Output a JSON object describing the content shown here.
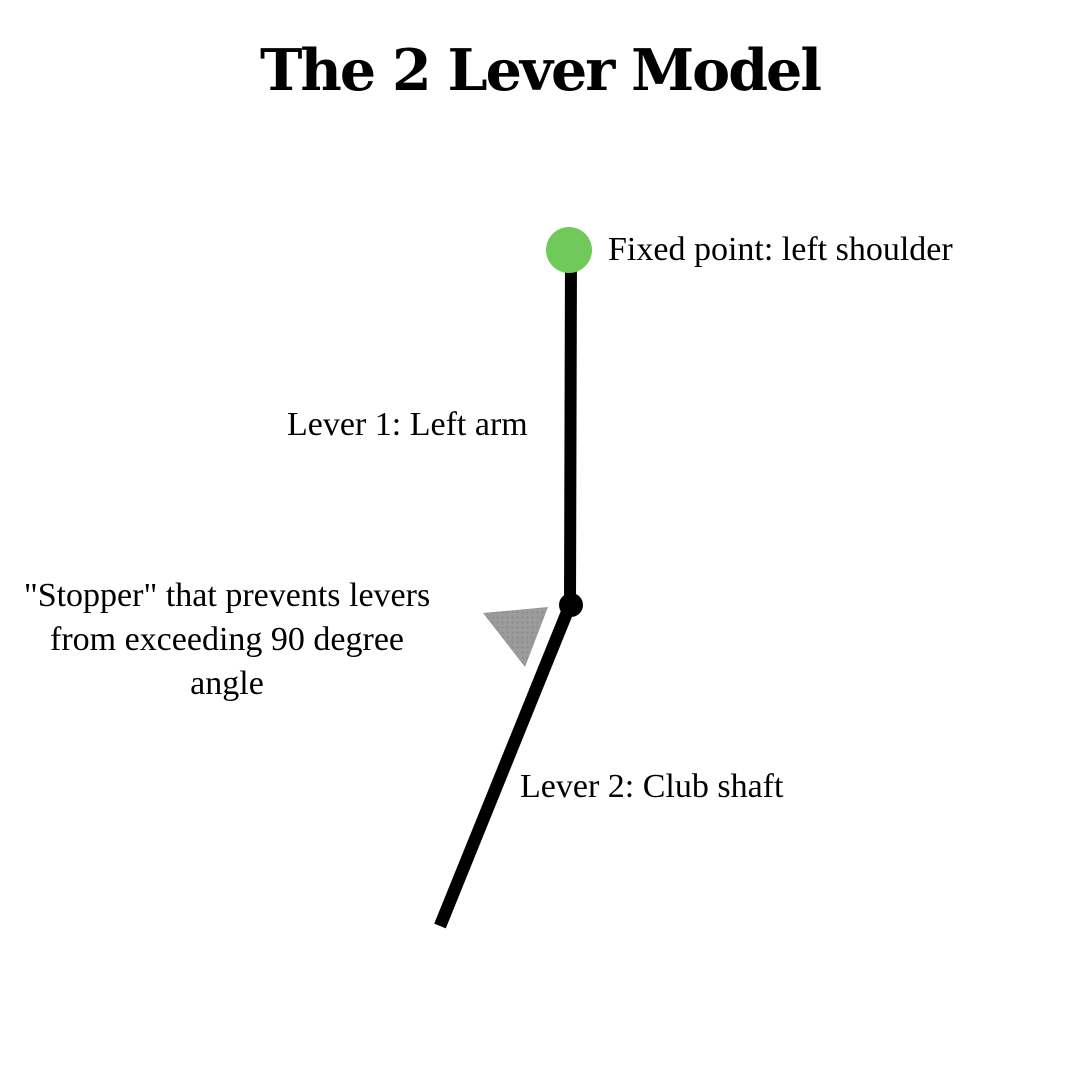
{
  "title": "The 2 Lever Model",
  "labels": {
    "fixed_point": "Fixed point: left shoulder",
    "lever1": "Lever 1: Left arm",
    "stopper": "\"Stopper\" that prevents levers from exceeding 90 degree angle",
    "lever2": "Lever 2: Club shaft"
  },
  "colors": {
    "background": "#ffffff",
    "text": "#000000",
    "lever_line": "#000000",
    "joint_dot": "#000000",
    "fixed_point_green": "#6fca59",
    "stopper_gray": "#9b9b9b",
    "stopper_dot_gray": "#868686"
  }
}
